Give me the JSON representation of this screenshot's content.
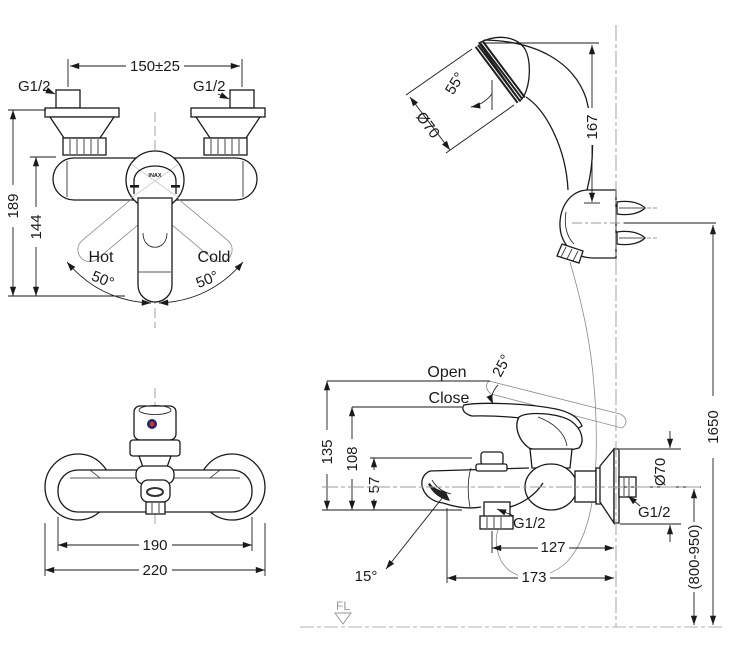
{
  "views": {
    "front": {
      "dim_inlet_spacing": "150±25",
      "g12_left": "G1/2",
      "g12_right": "G1/2",
      "dim_height_total": "189",
      "dim_height_body": "144",
      "label_hot": "Hot",
      "label_cold": "Cold",
      "angle_hot": "50°",
      "angle_cold": "50°",
      "logo": "INAX"
    },
    "hand_shower": {
      "angle_head": "55°",
      "dim_head_diameter": "Ø70",
      "dim_height": "167"
    },
    "top": {
      "dim_body_width": "190",
      "dim_total_width": "220"
    },
    "side": {
      "label_open": "Open",
      "label_close": "Close",
      "angle_lever": "25°",
      "dim_open_height": "135",
      "dim_close_height": "108",
      "dim_spout_height": "57",
      "g12_outlet": "G1/2",
      "dim_outlet_to_wall": "127",
      "dim_spout_to_wall": "173",
      "angle_spout": "15°",
      "dim_escutcheon_diameter": "Ø70",
      "g12_wall": "G1/2",
      "dim_install_height": "(800-950)",
      "dim_total_height": "1650",
      "label_floor": "FL"
    }
  },
  "colors": {
    "line": "#1a1a1a",
    "centerline": "#999999",
    "floor_line": "#b3b3b3",
    "indicator_ring": "#252561",
    "indicator_center": "#c4303c"
  }
}
